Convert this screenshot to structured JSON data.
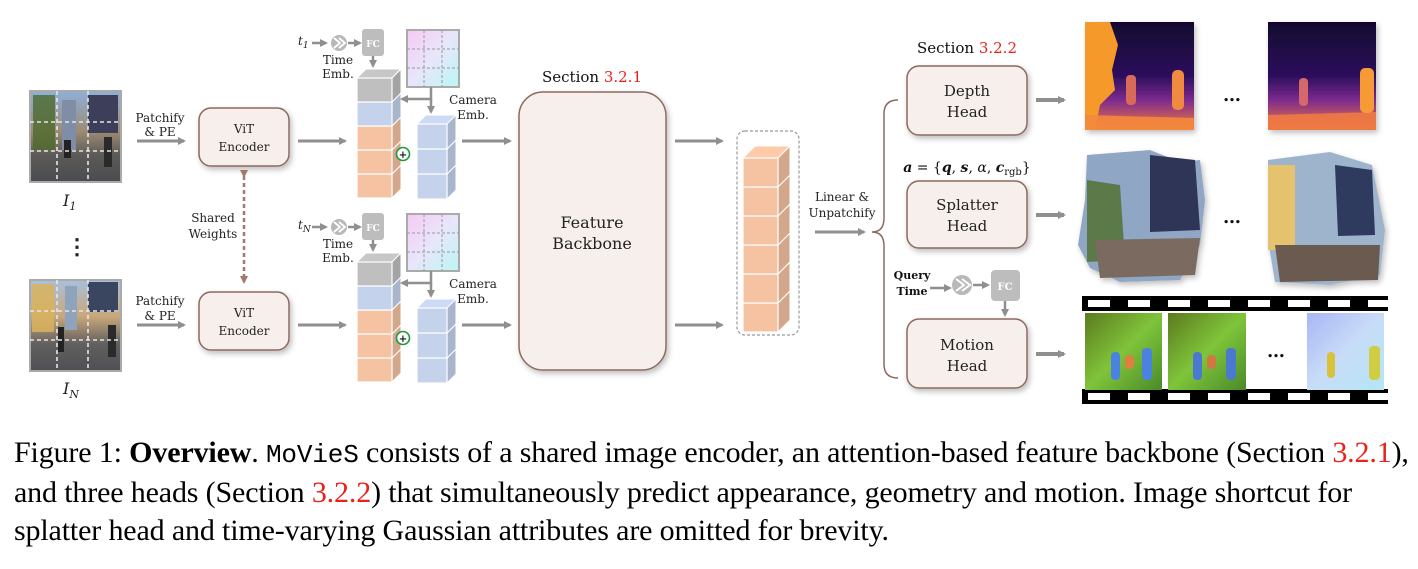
{
  "figure": {
    "inputs": [
      {
        "label": "I",
        "subscript": "1"
      },
      {
        "label": "I",
        "subscript": "N"
      }
    ],
    "vertical_ellipsis": "⋮",
    "patchify_label_line1": "Patchify",
    "patchify_label_line2": "& PE",
    "encoder_line1": "ViT",
    "encoder_line2": "Encoder",
    "shared_weights_line1": "Shared",
    "shared_weights_line2": "Weights",
    "time_inputs": [
      {
        "label": "t",
        "subscript": "1"
      },
      {
        "label": "t",
        "subscript": "N"
      }
    ],
    "fc_label": "FC",
    "time_emb_line1": "Time",
    "time_emb_line2": "Emb.",
    "camera_emb_line1": "Camera",
    "camera_emb_line2": "Emb.",
    "plus_symbol": "+",
    "backbone_section_prefix": "Section ",
    "backbone_section_ref": "3.2.1",
    "backbone_line1": "Feature",
    "backbone_line2": "Backbone",
    "linear_line1": "Linear &",
    "linear_line2": "Unpatchify",
    "heads_section_prefix": "Section ",
    "heads_section_ref": "3.2.2",
    "heads": [
      {
        "line1": "Depth",
        "line2": "Head",
        "output": "depth maps"
      },
      {
        "line1": "Splatter",
        "line2": "Head",
        "output": "3D Gaussian splats"
      },
      {
        "line1": "Motion",
        "line2": "Head",
        "output": "motion / flow maps"
      }
    ],
    "splatter_attrs": "a = {q, s, α, c_rgb}",
    "query_time_line1": "Query",
    "query_time_line2": "Time",
    "ellipsis": "…"
  },
  "caption": {
    "figure_label": "Figure 1: ",
    "title": "Overview",
    "after_title": ". ",
    "method_name": "MoVieS",
    "text1": " consists of a shared image encoder, an attention-based feature backbone (Section ",
    "ref1": "3.2.1",
    "text2": "), and three heads (Section ",
    "ref2": "3.2.2",
    "text3": ") that simultaneously predict appearance, geometry and motion. Image shortcut for splatter head and time-varying Gaussian attributes are omitted for brevity."
  },
  "colors": {
    "box_fill": "#f7efec",
    "box_stroke": "#8c6a5e",
    "arrow": "#8f8f8f",
    "orange_token": "#f5c2a2",
    "blue_token": "#c4d2ec",
    "gray_token": "#bfbfbf",
    "reference_red": "#e8211b",
    "plus_green": "#1a9a3c"
  }
}
